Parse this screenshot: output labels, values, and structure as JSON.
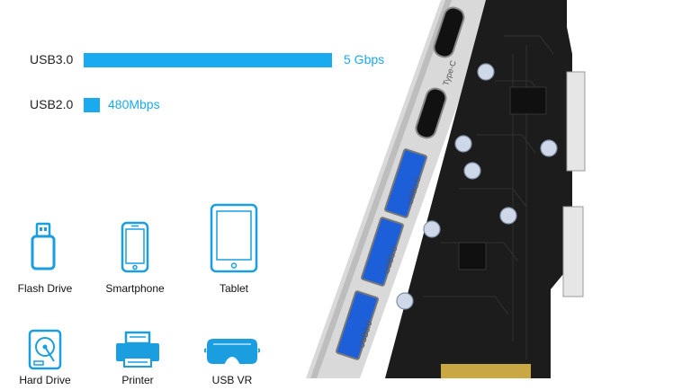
{
  "speeds": [
    {
      "label": "USB3.0",
      "value_text": "5 Gbps",
      "color": "#19aaf0"
    },
    {
      "label": "USB2.0",
      "value_text": "480Mbps",
      "color": "#19aaf0"
    }
  ],
  "devices": [
    {
      "label": "Flash Drive",
      "icon": "flash-drive-icon"
    },
    {
      "label": "Smartphone",
      "icon": "smartphone-icon"
    },
    {
      "label": "Tablet",
      "icon": "tablet-icon"
    },
    {
      "label": "Hard Drive",
      "icon": "hard-drive-icon"
    },
    {
      "label": "Printer",
      "icon": "printer-icon"
    },
    {
      "label": "USB VR",
      "icon": "vr-headset-icon"
    }
  ],
  "card": {
    "typec_label": "Type-C",
    "port_labels": [
      "USB3.0",
      "USB3.0",
      "USB3.0"
    ]
  },
  "colors": {
    "icon": "#1a9ee0",
    "bar": "#19aaf0",
    "pcb": "#1c1c1c",
    "bracket": "#d9d9d9"
  }
}
